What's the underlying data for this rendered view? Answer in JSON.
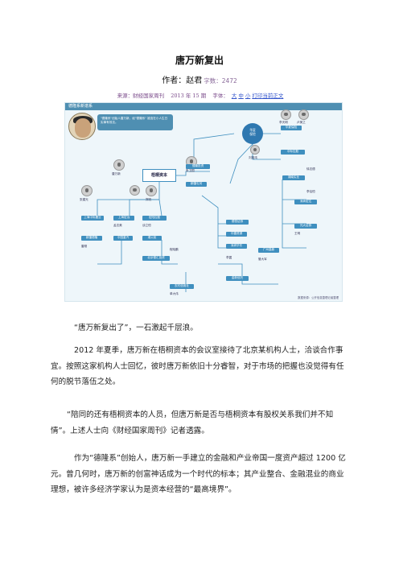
{
  "article": {
    "title": "唐万新复出",
    "author_label": "作者：赵君",
    "word_count": "字数：2472",
    "source": "来源：财经国家周刊",
    "issue": "2013 年 15 期",
    "font_label": "字体：",
    "font_large": "大",
    "font_medium": "中",
    "font_small": "小",
    "print_link": "打印当前正文"
  },
  "diagram": {
    "header": "德隆系新谱系",
    "quote": "\"德隆系\"创始人唐万新，经\"德隆系\"\n被迫在小人生日实事有效法。",
    "center": "梧桐资本",
    "circle": "华夏\n保险",
    "source_note": "数据来源：公开信息整理记者整理",
    "boxes": [
      "上海中际置业",
      "上海宏远",
      "宏阳控股",
      "新疆德隆",
      "中国重汽",
      "北京德汇投资",
      "湘火炬",
      "华夏保险",
      "农村信用社",
      "德隆投资",
      "新疆屯河",
      "德恒证券",
      "中捷资源",
      "深圳华东",
      "广州高新",
      "深圳宏达",
      "光大证券",
      "中际控股",
      "湖南实业",
      "金新信托"
    ],
    "labels": [
      "唐万新",
      "朱卫国",
      "张建光",
      "郑亮",
      "李天明",
      "卢美之",
      "刘旭鸿",
      "孟志美",
      "谈立恒",
      "徐志德",
      "李泓恒",
      "管大军",
      "单大伟",
      "李翼",
      "王明",
      "雷刚",
      "程晓鹏"
    ]
  },
  "paragraphs": {
    "p1": "“唐万新复出了”，一石激起千层浪。",
    "p2": "2012 年夏季，唐万新在梧桐资本的会议室接待了北京某机构人士，洽谈合作事宜。按照这家机构人士回忆，彼时唐万新依旧十分睿智，对于市场的把握也没觉得有任何的脱节落伍之处。",
    "p3": "“陪同的还有梧桐资本的人员，但唐万新是否与梧桐资本有股权关系我们并不知情”。上述人士向《财经国家周刊》记者透露。",
    "p4": "作为“德隆系”创始人，唐万新一手建立的金融和产业帝国一度资产超过 1200 亿元。曾几何时，唐万新的创富神话成为一个时代的标本；其产业整合、金融混业的商业理想，被许多经济学家认为是资本经营的“最高境界”。"
  }
}
